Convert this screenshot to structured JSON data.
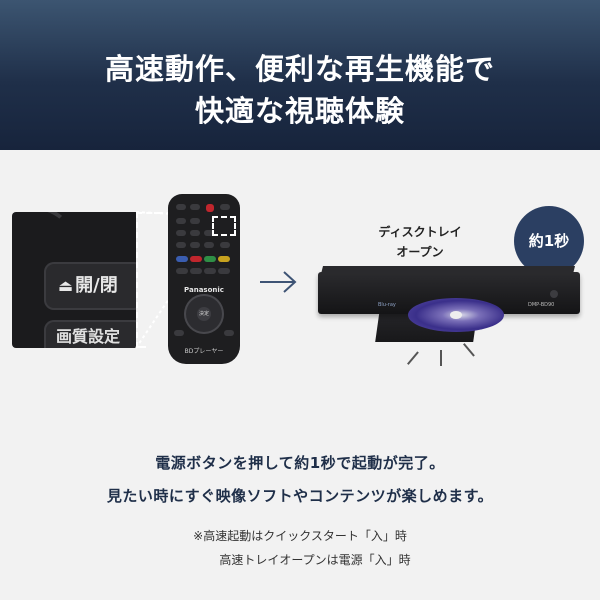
{
  "header": {
    "line1": "高速動作、便利な再生機能で",
    "line2": "快適な視聴体験"
  },
  "zoom": {
    "open_close_label": "開/閉",
    "setting_label": "画質設定"
  },
  "remote": {
    "brand": "Panasonic",
    "ok_label": "決定",
    "model_label": "BDプレーヤー"
  },
  "player": {
    "tray_label_line1": "ディスクトレイ",
    "tray_label_line2": "オープン",
    "badge": "約1秒",
    "bd_logo": "Blu-ray",
    "model": "DMP-BD90"
  },
  "body": {
    "line1": "電源ボタンを押して約1秒で起動が完了。",
    "line2": "見たい時にすぐ映像ソフトやコンテンツが楽しめます。",
    "note1": "※高速起動はクイックスタート「入」時",
    "note2": "高速トレイオープンは電源「入」時"
  },
  "colors": {
    "header_bg": "#1f2f49",
    "badge_bg": "#2b3f62",
    "text_navy": "#1f2f49",
    "page_bg": "#f2f2f2"
  }
}
